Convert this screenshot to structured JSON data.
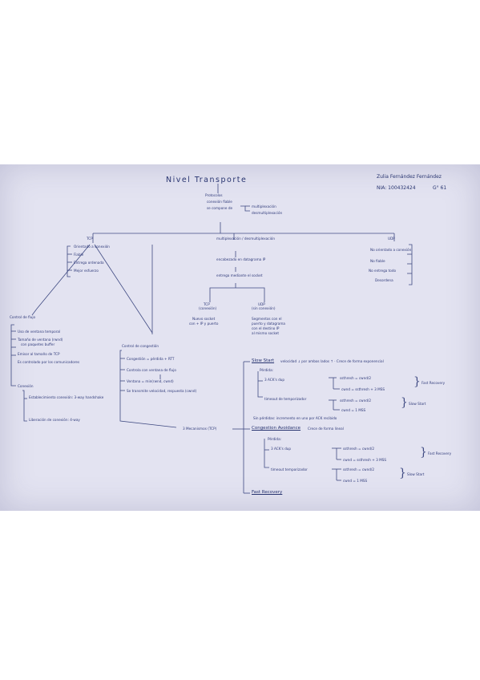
{
  "header": {
    "title": "Nivel Transporte",
    "author": "Zulia Fernández Fernández",
    "nia": "NIA: 100432424",
    "group": "G° 61"
  },
  "root": {
    "label": "Protocolos",
    "items": [
      "conexión fiable",
      "se compone de"
    ],
    "sub_items": [
      "multiplexación",
      "desmultiplexación"
    ]
  },
  "tcp": {
    "label": "TCP",
    "items": [
      "Orientado a conexión",
      "Fiable",
      "Entrega ordenada",
      "Mejor esfuerzo"
    ]
  },
  "middle": {
    "label": "multiplexación / desmultiplexación",
    "items": [
      "encabezado en datagrama IP",
      "entrega mediante el socket"
    ],
    "tcp_label": "TCP",
    "tcp_sub": "(conexión)",
    "tcp_text": [
      "Nuevo socket",
      "con + IP y puerto"
    ],
    "udp_label": "UDP",
    "udp_sub": "(sin conexión)",
    "udp_text": [
      "Segmentos con el",
      "puerto y datagrama",
      "con el destino IP",
      "al mismo socket"
    ]
  },
  "udp": {
    "label": "UDP",
    "items": [
      "No orientado a conexión",
      "No fiable",
      "No entrega todo",
      "Desordena"
    ]
  },
  "flow_control": {
    "label": "Control de flujo",
    "items": [
      "Uso de ventana temporal",
      "Tamaño de ventana (rwnd)",
      "con paquetes buffer",
      "Emisor al tamaño de TCP",
      "Es controlado por los comunicadores"
    ],
    "connection_label": "Conexión",
    "connection_items": [
      "Establecimiento conexión: 3-way handshake",
      "Liberación de conexión: 4-way"
    ]
  },
  "congestion": {
    "label": "Control de congestión",
    "items": [
      "Congestión = pérdida + RTT",
      "Controla con ventana de flujo",
      "Ventana = min(rwnd, cwnd)",
      "Se transmite velocidad, respuesta (cwnd)"
    ],
    "mechanisms_label": "3 Mecanismos (TCP)"
  },
  "slow_start": {
    "label": "Slow Start",
    "desc": "velocidad ↓ por ambos lados ↑ · Crece de forma exponencial",
    "perdida": "Pérdida:",
    "acks": "3 ACK's dup",
    "ssthresh1": "ssthresh = cwnd/2",
    "cwnd1": "cwnd = ssthresh + 3 MSS",
    "fast_recovery": "Fast Recovery",
    "timeout": "timeout de temporizador",
    "ssthresh2": "ssthresh = cwnd/2",
    "cwnd2": "cwnd = 1 MSS",
    "slow_start_ref": "Slow Start",
    "no_loss": "Sin pérdidas: incremento en uno por ACK recibido"
  },
  "congestion_avoidance": {
    "label": "Congestion Avoidance",
    "desc": "Crece de forma lineal",
    "perdida": "Pérdida:",
    "acks": "3 ACK's dup",
    "ssthresh1": "ssthresh = cwnd/2",
    "cwnd1": "cwnd = ssthresh + 3 MSS",
    "fast_recovery": "Fast Recovery",
    "timeout": "timeout temporizador",
    "ssthresh2": "ssthresh = cwnd/2",
    "cwnd2": "cwnd = 1 MSS",
    "slow_start_ref": "Slow Start"
  },
  "fast_recovery": {
    "label": "Fast Recovery"
  }
}
